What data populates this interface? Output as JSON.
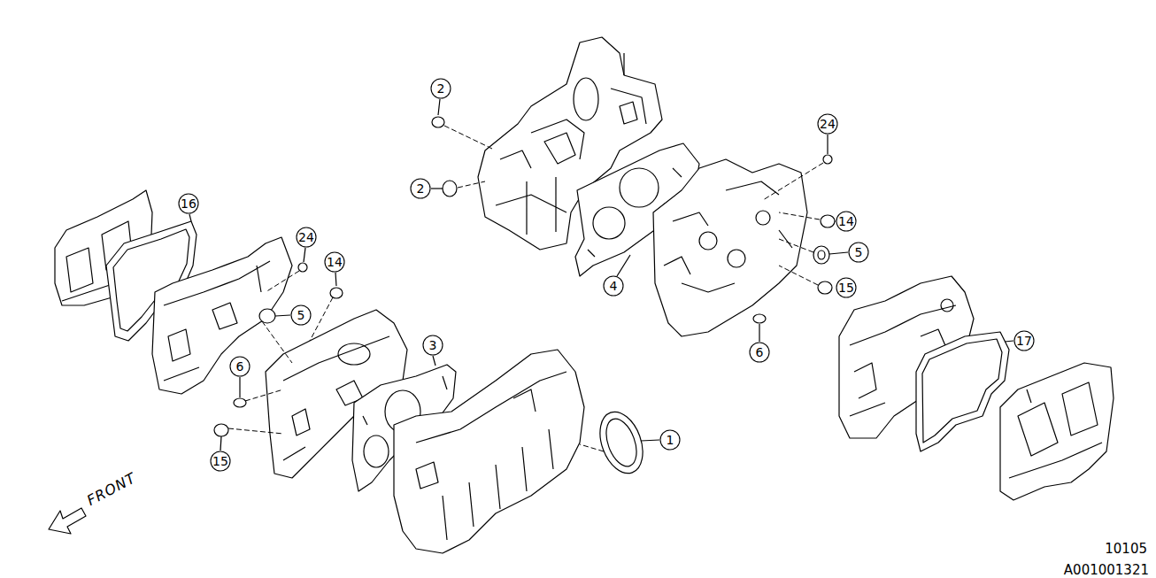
{
  "diagram": {
    "labels": [
      "2",
      "2",
      "24",
      "14",
      "5",
      "15",
      "6",
      "4",
      "16",
      "24",
      "14",
      "5",
      "6",
      "15",
      "3",
      "1",
      "17",
      "FRONT",
      "10105",
      "A001001321"
    ]
  }
}
